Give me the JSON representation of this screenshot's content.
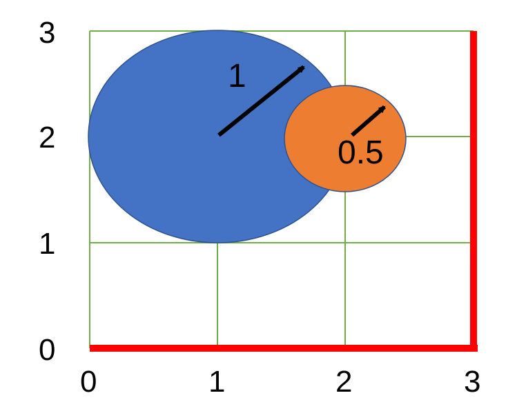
{
  "colors": {
    "grid": "#70ad47",
    "axes": "#ff0000",
    "large_circle_fill": "#4472c4",
    "small_circle_fill": "#ed7d31",
    "circle_stroke": "#2f528f",
    "arrow": "#000000"
  },
  "axes": {
    "x_ticks": [
      "0",
      "1",
      "2",
      "3"
    ],
    "y_ticks": [
      "0",
      "1",
      "2",
      "3"
    ],
    "xlim": [
      0,
      3
    ],
    "ylim": [
      0,
      3
    ]
  },
  "circles": [
    {
      "center": [
        1,
        2
      ],
      "radius": 1,
      "radius_label": "1"
    },
    {
      "center": [
        2,
        2
      ],
      "radius": 0.5,
      "radius_label": "0.5"
    }
  ]
}
